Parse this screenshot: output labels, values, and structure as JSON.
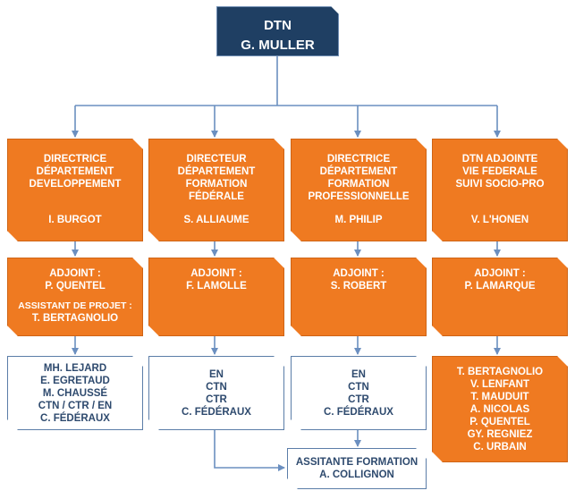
{
  "dtn": {
    "line1": "DTN",
    "line2": "G. MULLER"
  },
  "departments": [
    {
      "title": [
        "DIRECTRICE",
        "DÉPARTEMENT",
        "DEVELOPPEMENT"
      ],
      "head": "I. BURGOT",
      "deputy": {
        "label": "ADJOINT :",
        "name": "P. QUENTEL",
        "extra_label": "ASSISTANT DE PROJET :",
        "extra_name": "T. BERTAGNOLIO"
      },
      "members": [
        "MH. LEJARD",
        "E. EGRETAUD",
        "M. CHAUSSÉ",
        "CTN / CTR / EN",
        "C. FÉDÉRAUX"
      ]
    },
    {
      "title": [
        "DIRECTEUR",
        "DÉPARTEMENT",
        "FORMATION",
        "FÉDÉRALE"
      ],
      "head": "S. ALLIAUME",
      "deputy": {
        "label": "ADJOINT :",
        "name": "F. LAMOLLE"
      },
      "members": [
        "EN",
        "CTN",
        "CTR",
        "C. FÉDÉRAUX"
      ]
    },
    {
      "title": [
        "DIRECTRICE",
        "DÉPARTEMENT",
        "FORMATION",
        "PROFESSIONNELLE"
      ],
      "head": "M. PHILIP",
      "deputy": {
        "label": "ADJOINT :",
        "name": "S. ROBERT"
      },
      "members": [
        "EN",
        "CTN",
        "CTR",
        "C. FÉDÉRAUX"
      ]
    },
    {
      "title": [
        "DTN ADJOINTE",
        "VIE FEDERALE",
        "SUIVI SOCIO-PRO"
      ],
      "head": "V. L'HONEN",
      "deputy": {
        "label": "ADJOINT :",
        "name": "P. LAMARQUE"
      },
      "members": [
        "T. BERTAGNOLIO",
        "V. LENFANT",
        "T. MAUDUIT",
        "A. NICOLAS",
        "P. QUENTEL",
        "GY. REGNIEZ",
        "C. URBAIN"
      ]
    }
  ],
  "assistant": {
    "line1": "ASSITANTE FORMATION",
    "line2": "A. COLLIGNON"
  },
  "colors": {
    "navy": "#1f3f63",
    "orange": "#ef7a21",
    "connector": "#6b8fc0",
    "text_blue": "#2e4a6e"
  }
}
